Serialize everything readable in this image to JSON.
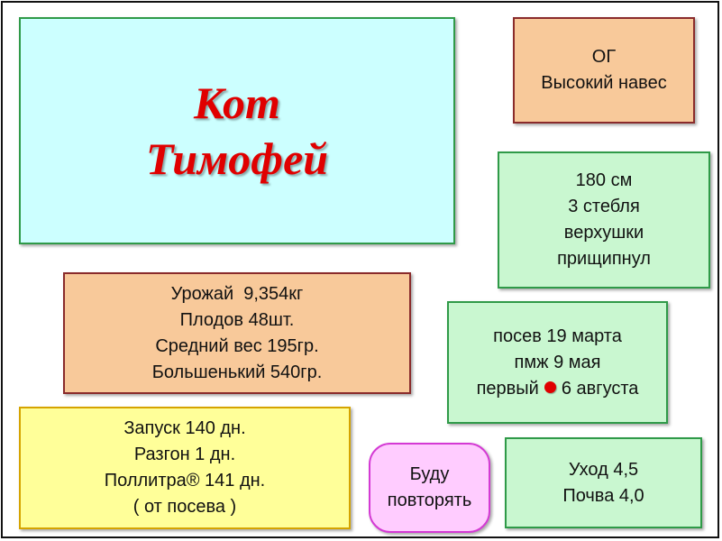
{
  "title": {
    "line1": "Кот",
    "line2": "Тимофей"
  },
  "og_box": {
    "line1": "ОГ",
    "line2": "Высокий навес"
  },
  "stem_box": {
    "line1": "180 см",
    "line2": "3 стебля",
    "line3": "верхушки",
    "line4": "прищипнул"
  },
  "harvest_box": {
    "line1": "Урожай  9,354кг",
    "line2": "Плодов 48шт.",
    "line3": "Средний вес 195гр.",
    "line4": "Большенький 540гр."
  },
  "dates_box": {
    "line1": "посев 19 марта",
    "line2": "пмж 9 мая",
    "line3_before": "первый",
    "line3_after": "6 августа",
    "dot_color": "#e00000"
  },
  "launch_box": {
    "line1": "Запуск 140 дн.",
    "line2": "Разгон 1 дн.",
    "line3": "Поллитра® 141 дн.",
    "line4": "( от посева )"
  },
  "repeat_box": {
    "line1": "Буду",
    "line2": "повторять"
  },
  "care_box": {
    "line1": "Уход 4,5",
    "line2": "Почва 4,0"
  },
  "colors": {
    "title_red": "#e00000",
    "cyan_fill": "#ccffff",
    "peach_fill": "#f8c99a",
    "mint_fill": "#c9f7d0",
    "yellow_fill": "#ffff99",
    "pink_fill": "#ffccff"
  }
}
